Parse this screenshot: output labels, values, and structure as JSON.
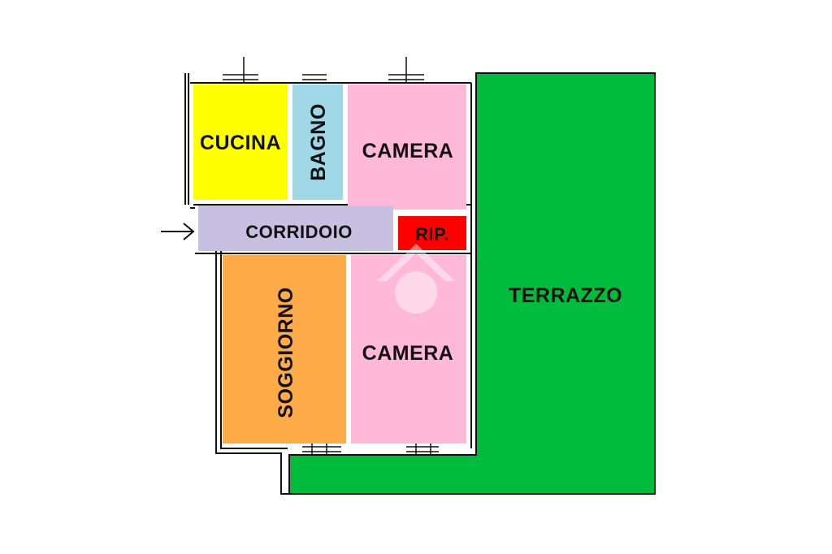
{
  "rooms": {
    "cucina": {
      "label": "CUCINA",
      "color": "#ffff00"
    },
    "bagno": {
      "label": "BAGNO",
      "color": "#a0d8e8"
    },
    "camera1": {
      "label": "CAMERA",
      "color": "#ffb8d8"
    },
    "corridoio": {
      "label": "CORRIDOIO",
      "color": "#c8c0e0"
    },
    "ripostiglio": {
      "label": "RIP.",
      "color": "#ff0000"
    },
    "soggiorno": {
      "label": "SOGGIORNO",
      "color": "#ffab4a"
    },
    "camera2": {
      "label": "CAMERA",
      "color": "#ffb8d8"
    },
    "terrazzo": {
      "label": "TERRAZZO",
      "color": "#00bb3c"
    }
  },
  "walls": {
    "color": "#000000"
  },
  "icons": {
    "entrance": "entrance-arrow-icon",
    "watermark": "house-logo-icon"
  }
}
